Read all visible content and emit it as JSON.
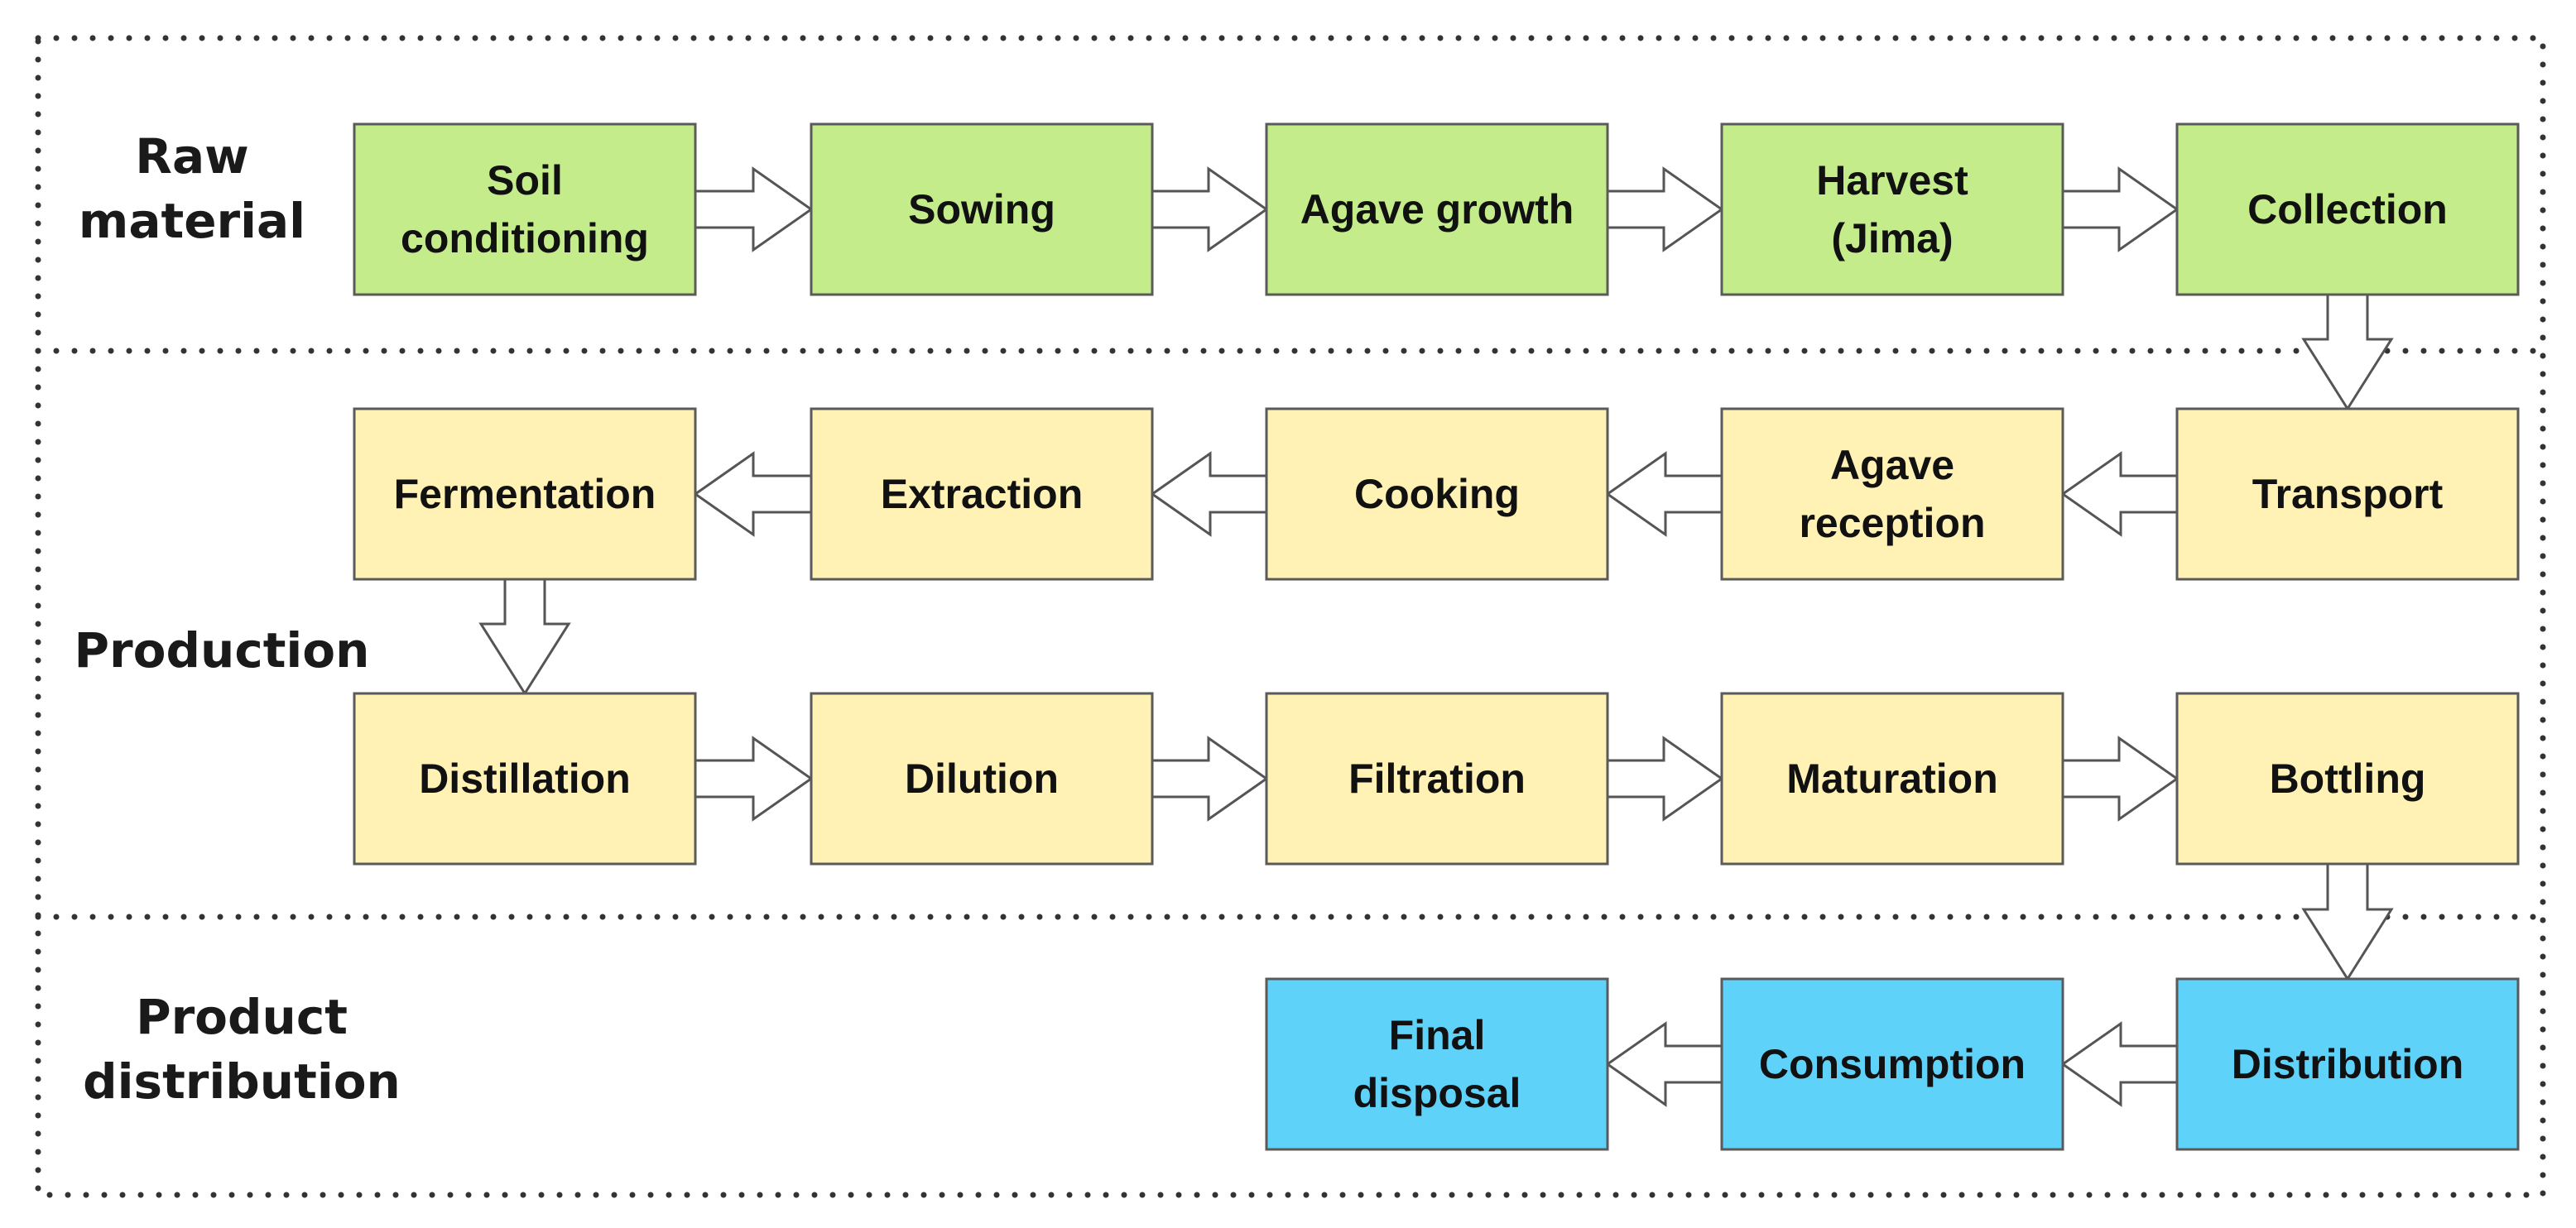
{
  "colors": {
    "raw_material": "#c5ec8b",
    "production": "#fff2b4",
    "distribution": "#5fd2f9",
    "border": "#5a5a5a",
    "arrow_fill": "#ffffff",
    "arrow_stroke": "#555555",
    "divider": "#333333"
  },
  "sections": [
    {
      "id": "raw-material",
      "label_lines": [
        "Raw",
        "material"
      ]
    },
    {
      "id": "production",
      "label_lines": [
        "Production"
      ]
    },
    {
      "id": "product-distribution",
      "label_lines": [
        "Product",
        "distribution"
      ]
    }
  ],
  "steps": [
    {
      "id": "soil-conditioning",
      "section": "raw-material",
      "lines": [
        "Soil",
        "conditioning"
      ]
    },
    {
      "id": "sowing",
      "section": "raw-material",
      "lines": [
        "Sowing"
      ]
    },
    {
      "id": "agave-growth",
      "section": "raw-material",
      "lines": [
        "Agave growth"
      ]
    },
    {
      "id": "harvest-jima",
      "section": "raw-material",
      "lines": [
        "Harvest",
        "(Jima)"
      ]
    },
    {
      "id": "collection",
      "section": "raw-material",
      "lines": [
        "Collection"
      ]
    },
    {
      "id": "transport",
      "section": "production",
      "lines": [
        "Transport"
      ]
    },
    {
      "id": "agave-reception",
      "section": "production",
      "lines": [
        "Agave",
        "reception"
      ]
    },
    {
      "id": "cooking",
      "section": "production",
      "lines": [
        "Cooking"
      ]
    },
    {
      "id": "extraction",
      "section": "production",
      "lines": [
        "Extraction"
      ]
    },
    {
      "id": "fermentation",
      "section": "production",
      "lines": [
        "Fermentation"
      ]
    },
    {
      "id": "distillation",
      "section": "production",
      "lines": [
        "Distillation"
      ]
    },
    {
      "id": "dilution",
      "section": "production",
      "lines": [
        "Dilution"
      ]
    },
    {
      "id": "filtration",
      "section": "production",
      "lines": [
        "Filtration"
      ]
    },
    {
      "id": "maturation",
      "section": "production",
      "lines": [
        "Maturation"
      ]
    },
    {
      "id": "bottling",
      "section": "production",
      "lines": [
        "Bottling"
      ]
    },
    {
      "id": "distribution",
      "section": "product-distribution",
      "lines": [
        "Distribution"
      ]
    },
    {
      "id": "consumption",
      "section": "product-distribution",
      "lines": [
        "Consumption"
      ]
    },
    {
      "id": "final-disposal",
      "section": "product-distribution",
      "lines": [
        "Final",
        "disposal"
      ]
    }
  ],
  "flows": [
    {
      "from": "soil-conditioning",
      "to": "sowing"
    },
    {
      "from": "sowing",
      "to": "agave-growth"
    },
    {
      "from": "agave-growth",
      "to": "harvest-jima"
    },
    {
      "from": "harvest-jima",
      "to": "collection"
    },
    {
      "from": "collection",
      "to": "transport"
    },
    {
      "from": "transport",
      "to": "agave-reception"
    },
    {
      "from": "agave-reception",
      "to": "cooking"
    },
    {
      "from": "cooking",
      "to": "extraction"
    },
    {
      "from": "extraction",
      "to": "fermentation"
    },
    {
      "from": "fermentation",
      "to": "distillation"
    },
    {
      "from": "distillation",
      "to": "dilution"
    },
    {
      "from": "dilution",
      "to": "filtration"
    },
    {
      "from": "filtration",
      "to": "maturation"
    },
    {
      "from": "maturation",
      "to": "bottling"
    },
    {
      "from": "bottling",
      "to": "distribution"
    },
    {
      "from": "distribution",
      "to": "consumption"
    },
    {
      "from": "consumption",
      "to": "final-disposal"
    }
  ]
}
